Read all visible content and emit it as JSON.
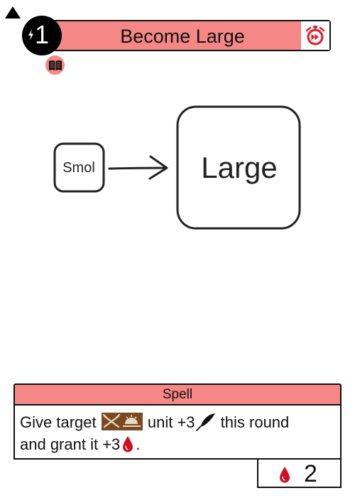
{
  "card": {
    "title": "Become Large",
    "cost": "1",
    "type": "Spell",
    "text": {
      "part1": "Give target",
      "part2": "unit +3",
      "part3": "this round",
      "part4": "and grant it +3",
      "part5": "."
    },
    "stat_value": "2"
  },
  "art": {
    "small_label": "Smol",
    "large_label": "Large"
  },
  "icons": {
    "corner": "triangle-up-icon",
    "timer": "timer-forward-icon",
    "lore": "book-icon",
    "cost": "lightning-bolt-icon",
    "keyword": "crossed-swords-horizon-icon",
    "quill": "quill-feather-icon",
    "drop": "blood-drop-icon"
  },
  "colors": {
    "accent": "#f58787",
    "timer_red": "#e0232e",
    "keyword_brown": "#7a4a22",
    "blood": "#cc1122"
  }
}
